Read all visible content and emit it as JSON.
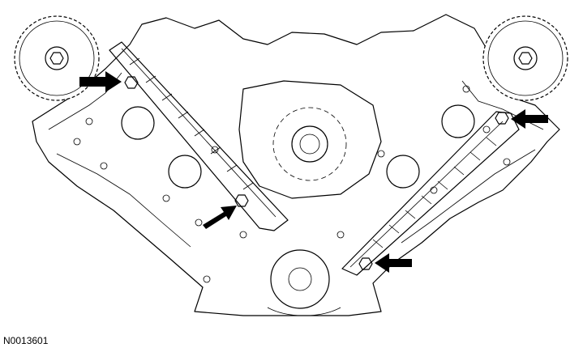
{
  "figure": {
    "reference_id": "N0013601",
    "line_color": "#000000",
    "background": "#ffffff",
    "callouts": [
      {
        "name": "left-upper-bolt-arrow"
      },
      {
        "name": "left-lower-bolt-arrow"
      },
      {
        "name": "right-upper-bolt-arrow"
      },
      {
        "name": "right-lower-bolt-arrow"
      }
    ]
  }
}
